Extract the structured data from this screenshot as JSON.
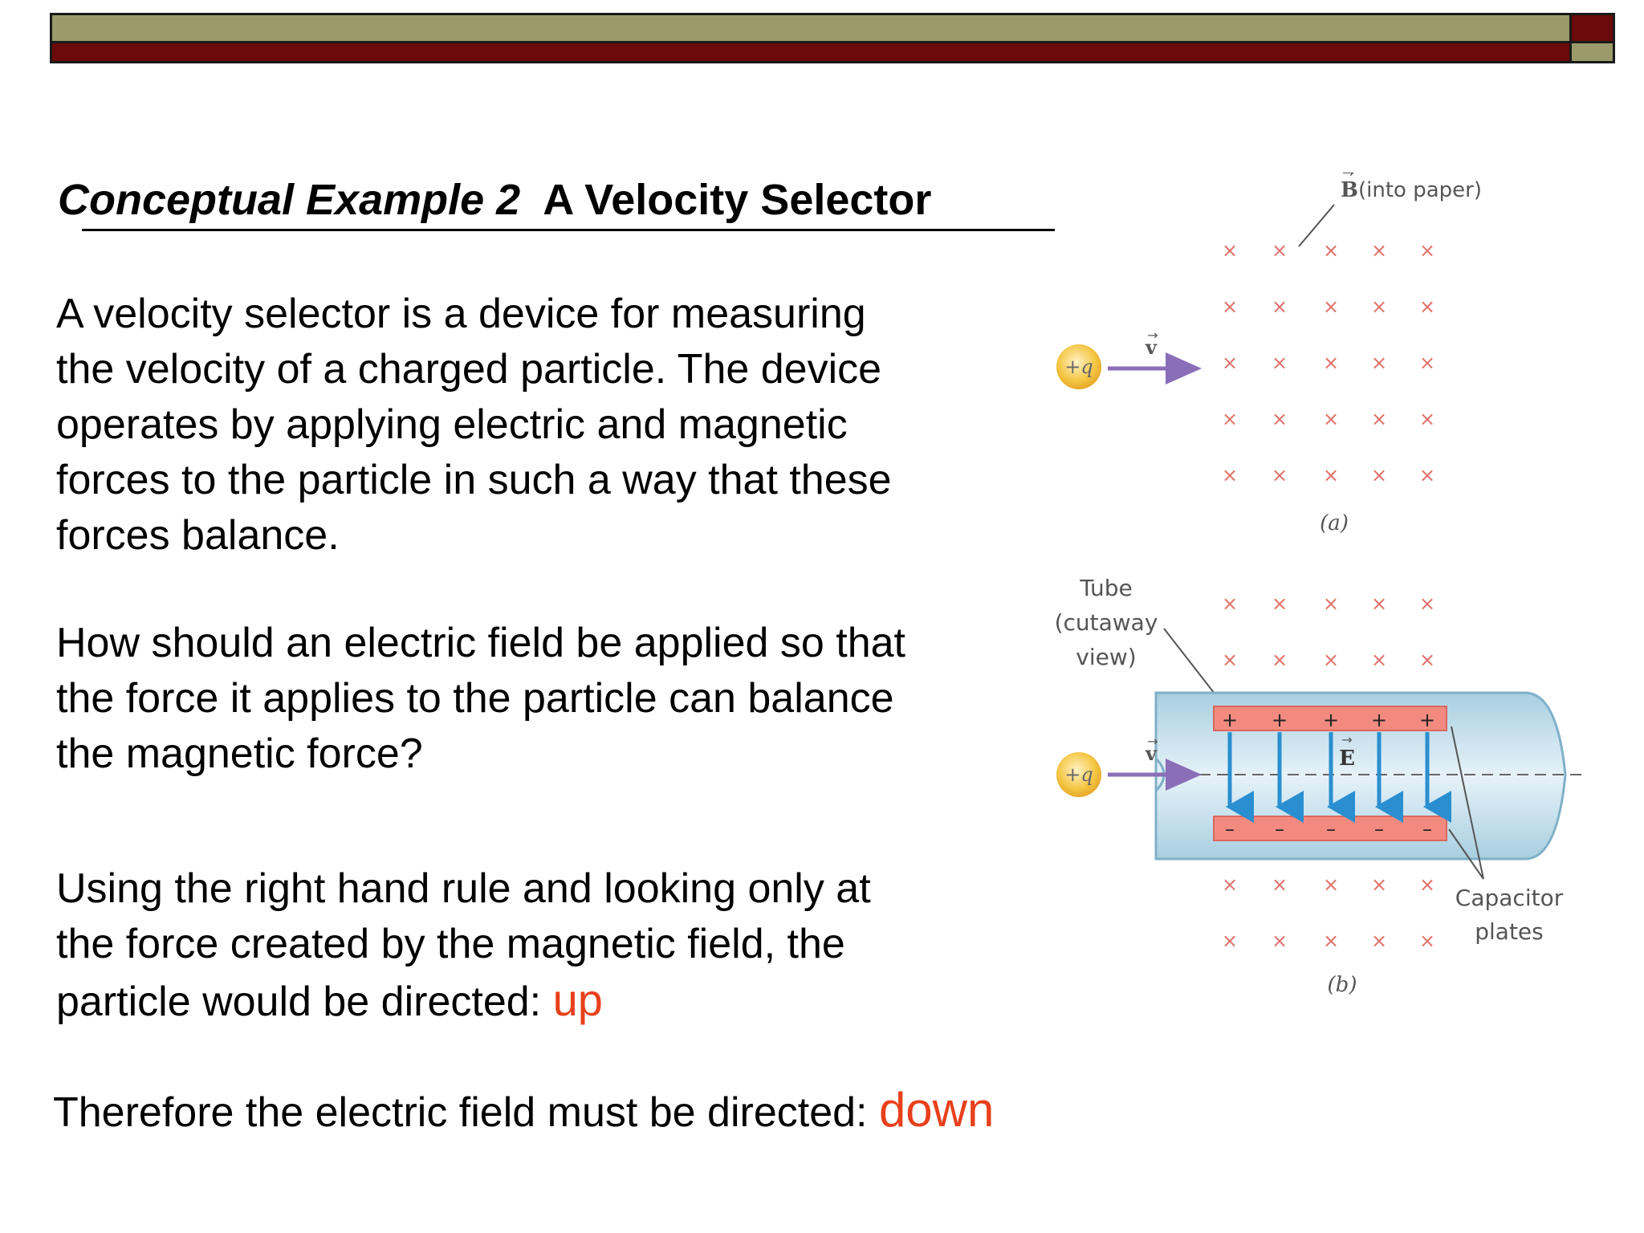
{
  "slide": {
    "title_italic": "Conceptual Example 2",
    "title_rest": "A Velocity Selector",
    "paragraph1_lines": [
      "A velocity selector is a device for measuring",
      "the velocity of a charged particle.  The device",
      "operates by applying electric and magnetic",
      "forces to the particle in such a way that these",
      "forces balance."
    ],
    "paragraph2_lines": [
      "How should an electric field be applied so that",
      "the force it applies to the particle can balance",
      "the magnetic force?"
    ],
    "paragraph3_lines": [
      "Using the right hand rule and looking only at",
      "the force created by the magnetic field, the",
      "particle would be directed:"
    ],
    "answer1": "up",
    "conclusion": "Therefore the electric field must be directed:",
    "answer2": "down"
  },
  "figure": {
    "b_label": "B (into paper)",
    "b_symbol": "B",
    "b_suffix": "(into paper)",
    "charge_label": "+q",
    "velocity_label": "v",
    "field_mark": "×",
    "panel_a_label": "(a)",
    "panel_b_label": "(b)",
    "tube_label_lines": [
      "Tube",
      "(cutaway",
      "view)"
    ],
    "e_label": "E",
    "plus_sign": "+",
    "minus_sign": "–",
    "capacitor_label_lines": [
      "Capacitor",
      "plates"
    ],
    "colors": {
      "field_x": "#e0706a",
      "charge": "#f4c542",
      "velocity_arrow": "#8a6fb8",
      "e_arrow": "#2a8fd0",
      "plate": "#f28a80",
      "tube": "#b9d8e6"
    }
  }
}
